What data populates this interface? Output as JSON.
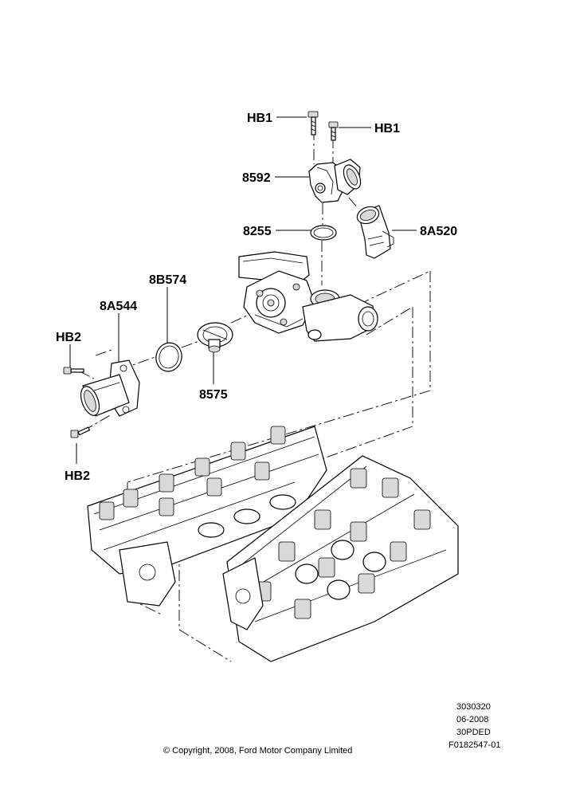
{
  "labels": {
    "hb1_left": "HB1",
    "hb1_right": "HB1",
    "p8592": "8592",
    "p8255": "8255",
    "p8a520": "8A520",
    "p8b574": "8B574",
    "p8a544": "8A544",
    "hb2_top": "HB2",
    "p8575": "8575",
    "hb2_bottom": "HB2"
  },
  "info": {
    "line1": "3030320",
    "line2": "06-2008",
    "line3": "30PDED",
    "line4": "F0182547-01"
  },
  "copyright": "© Copyright, 2008, Ford Motor Company Limited"
}
